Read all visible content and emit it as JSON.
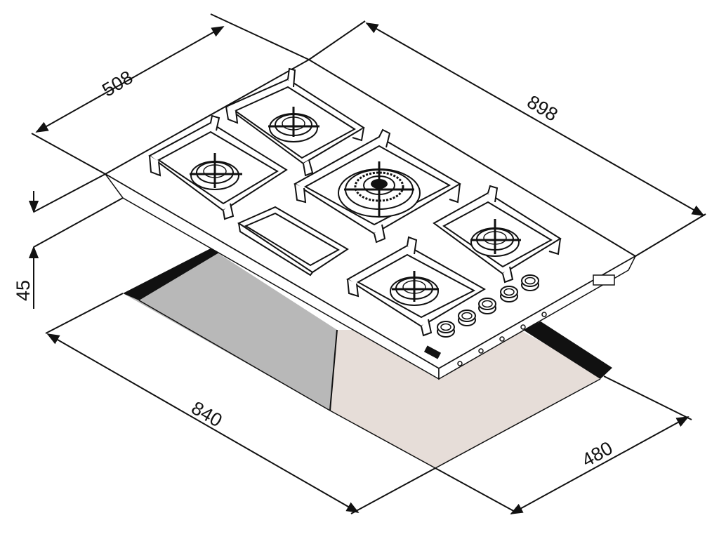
{
  "diagram": {
    "dimensions": {
      "depth_top": "508",
      "width_top": "898",
      "height": "45",
      "cutout_width": "840",
      "cutout_depth": "480"
    },
    "colors": {
      "line": "#111111",
      "cutout_left": "#b8b8b8",
      "cutout_right": "#e6ddd8",
      "edge_dark": "#111111",
      "background": "#ffffff"
    },
    "parts": {
      "burners": [
        "burner",
        "burner",
        "wok-burner",
        "burner",
        "burner"
      ],
      "knobs": 5,
      "tray": "griddle-tray"
    }
  }
}
